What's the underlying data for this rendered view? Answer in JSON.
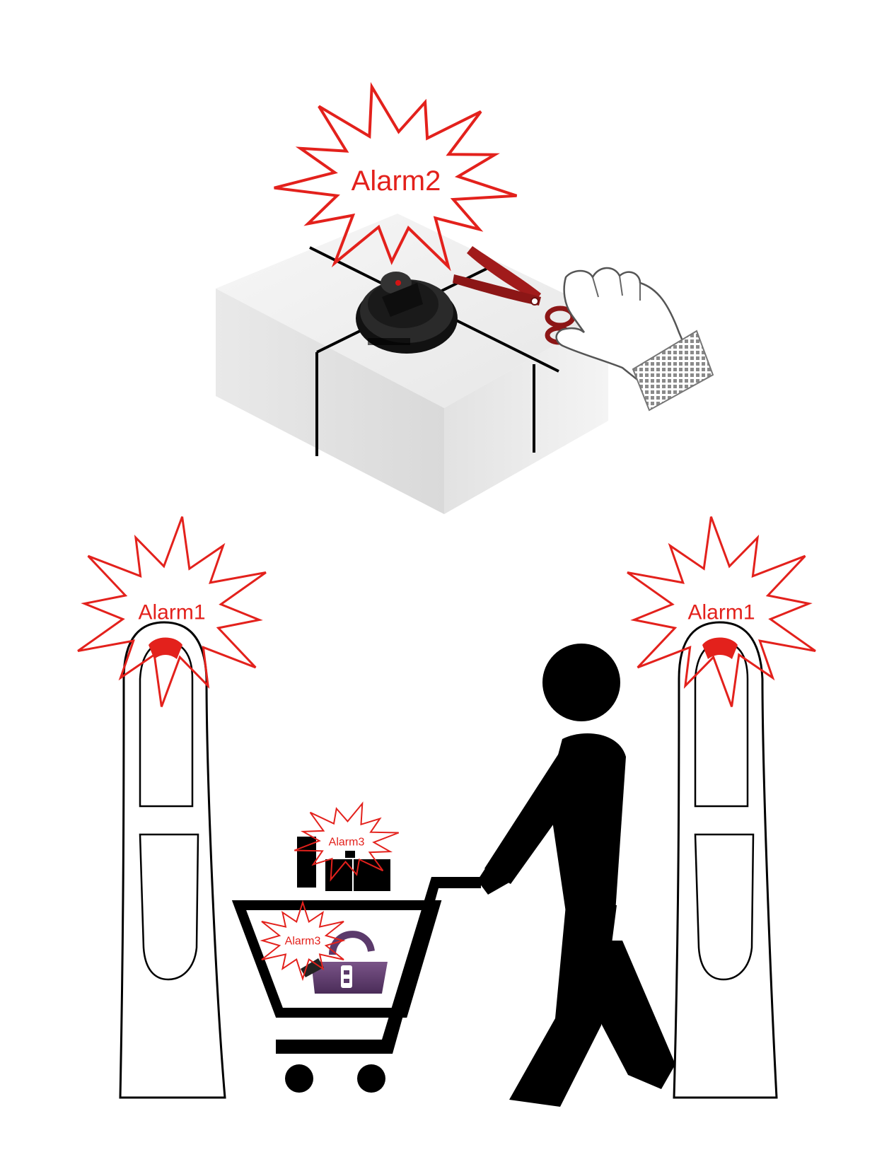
{
  "colors": {
    "alarm_red": "#e3211c",
    "black": "#000000",
    "box_light": "#f2f2f2",
    "box_mid": "#e4e4e4",
    "box_shadow": "#d2d2d2",
    "scissors": "#a11b1b",
    "bag_purple": "#5b3a6b",
    "glove_grid": "#7a7a7a"
  },
  "labels": {
    "alarm_box": "Alarm2",
    "alarm_gate_left": "Alarm1",
    "alarm_gate_right": "Alarm1",
    "alarm_cart_top": "Alarm3",
    "alarm_cart_bag": "Alarm3"
  },
  "icons": {
    "box": "gift-box-icon",
    "tag": "security-tag-icon",
    "scissors": "scissors-icon",
    "hand": "gloved-hand-icon",
    "gate": "security-gate-icon",
    "person": "shopper-icon",
    "cart": "shopping-cart-icon",
    "bag": "handbag-icon"
  }
}
